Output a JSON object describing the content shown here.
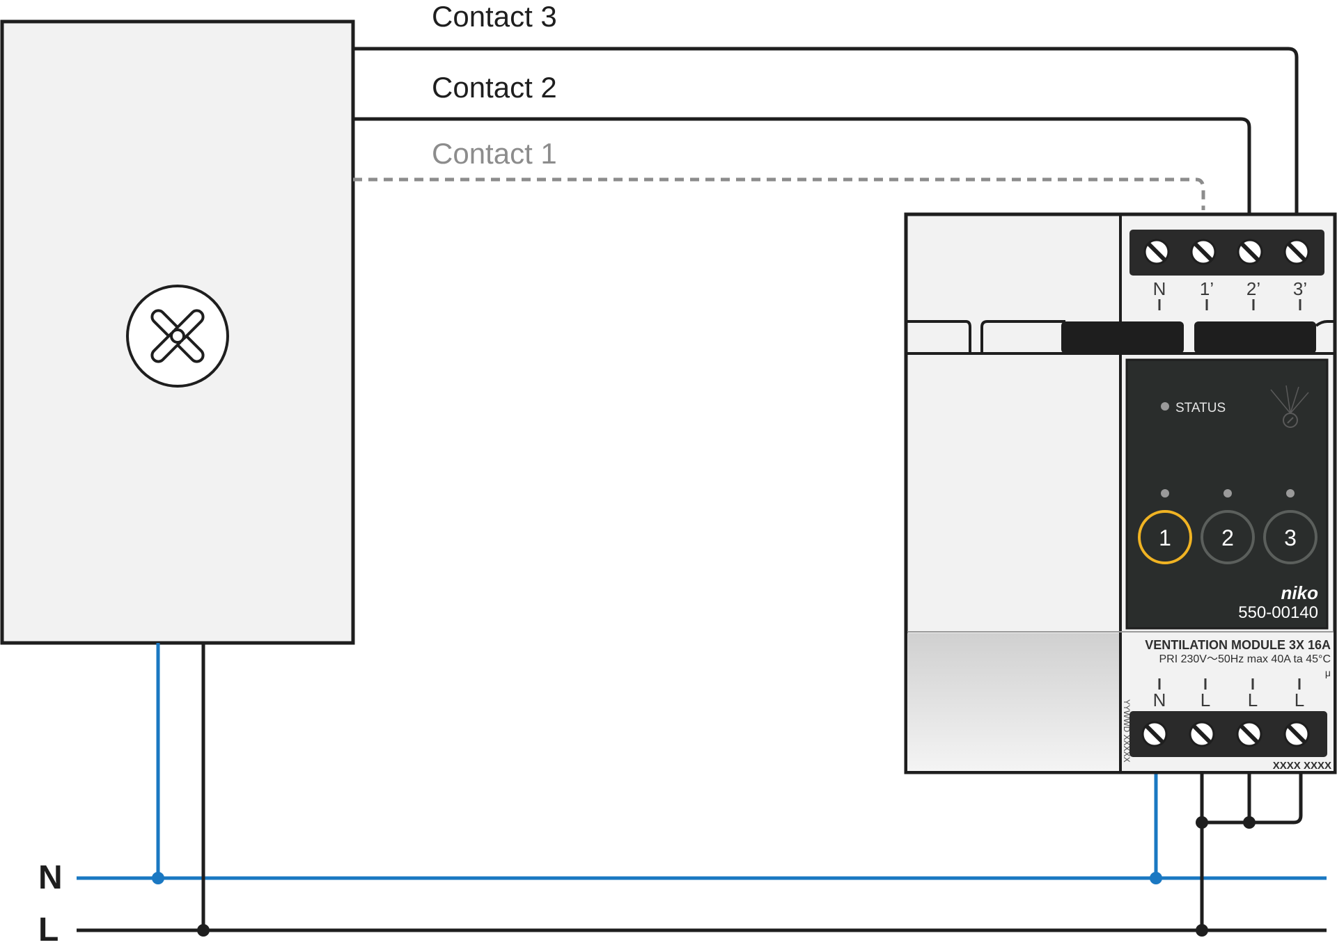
{
  "contacts": {
    "contact3": "Contact 3",
    "contact2": "Contact 2",
    "contact1": "Contact 1"
  },
  "supply_lines": {
    "neutral": "N",
    "live": "L"
  },
  "module": {
    "top_terminals": [
      "N",
      "1’",
      "2’",
      "3’"
    ],
    "status_label": "STATUS",
    "buttons": [
      "1",
      "2",
      "3"
    ],
    "brand": "niko",
    "model": "550-00140",
    "title": "VENTILATION MODULE 3X 16A",
    "spec": "PRI 230V〜50Hz  max 40A  ta 45°C",
    "spec_symbol": "μ",
    "bottom_terminals": [
      "N",
      "L",
      "L",
      "L"
    ],
    "serial": "XXXX XXXX",
    "date_code": "YYWWD XXXXX"
  },
  "colors": {
    "neutral_wire": "#1a78c2",
    "live_wire": "#1e1e1e",
    "contact1_wire": "#8c8c8c",
    "active_button": "#f0b323",
    "module_panel": "#2a2d2c",
    "housing_fill": "#f2f2f2"
  },
  "icons": {
    "fan": "fan-icon",
    "screw": "screw-terminal-icon",
    "rotary": "rotary-knob-icon"
  }
}
